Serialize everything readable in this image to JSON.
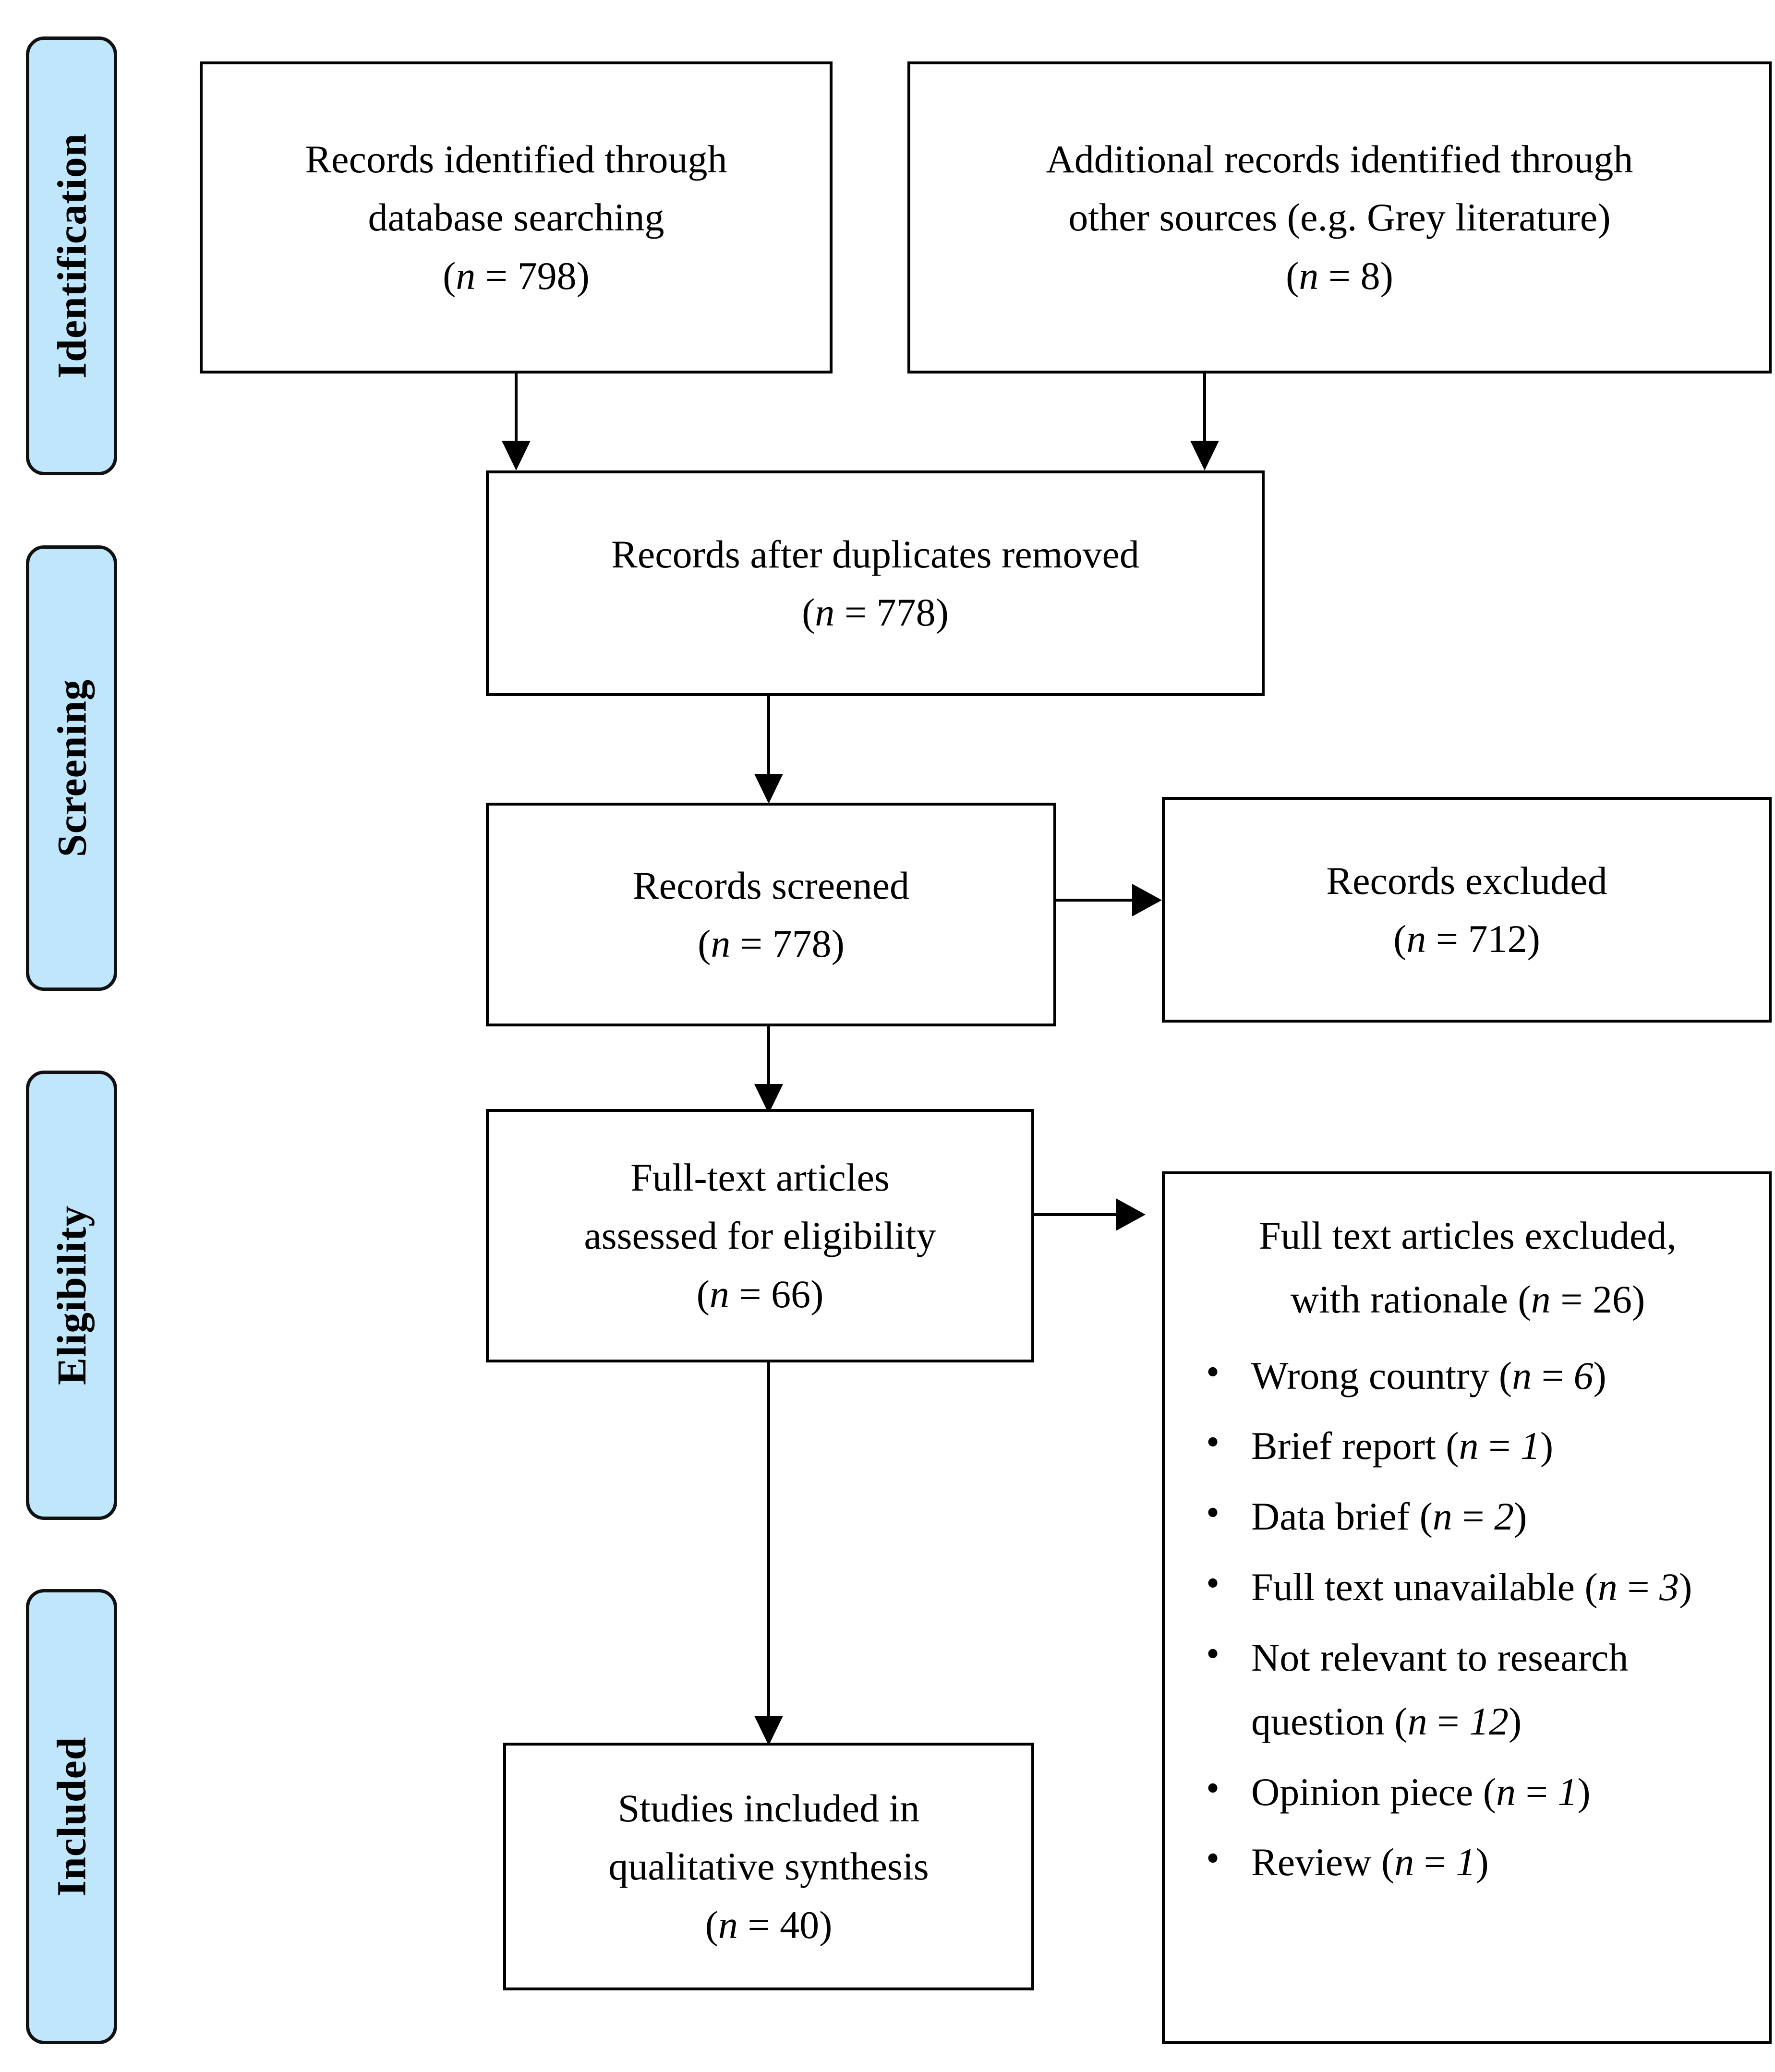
{
  "diagram": {
    "type": "prisma-flow-diagram",
    "accent_color": "#bfe6fa",
    "border_color": "#000000",
    "background_color": "#ffffff"
  },
  "stages": [
    {
      "key": "identification",
      "label": "Identification"
    },
    {
      "key": "screening",
      "label": "Screening"
    },
    {
      "key": "eligibility",
      "label": "Eligibility"
    },
    {
      "key": "included",
      "label": "Included"
    }
  ],
  "boxes": {
    "database_search": {
      "line1": "Records identified through",
      "line2": "database searching",
      "count_prefix": "(",
      "count_n": "n",
      "count_eq": " = ",
      "count_value": "798",
      "count_suffix": ")"
    },
    "other_sources": {
      "line1": "Additional records identified through",
      "line2": "other sources (e.g. Grey literature)",
      "count_prefix": "(",
      "count_n": "n",
      "count_eq": " = ",
      "count_value": "8",
      "count_suffix": ")"
    },
    "duplicates_removed": {
      "line1": "Records after duplicates removed",
      "count_prefix": "(",
      "count_n": "n",
      "count_eq": " = ",
      "count_value": "778",
      "count_suffix": ")"
    },
    "records_screened": {
      "line1": "Records screened",
      "count_prefix": "(",
      "count_n": "n",
      "count_eq": " = ",
      "count_value": "778",
      "count_suffix": ")"
    },
    "records_excluded": {
      "line1": "Records excluded",
      "count_prefix": "(",
      "count_n": "n",
      "count_eq": " = ",
      "count_value": "712",
      "count_suffix": ")"
    },
    "fulltext_assessed": {
      "line1": "Full-text articles",
      "line2": "assessed for eligibility",
      "count_prefix": "(",
      "count_n": "n",
      "count_eq": " = ",
      "count_value": "66",
      "count_suffix": ")"
    },
    "studies_included": {
      "line1": "Studies included in",
      "line2": "qualitative synthesis",
      "count_prefix": "(",
      "count_n": "n",
      "count_eq": " = ",
      "count_value": "40",
      "count_suffix": ")"
    },
    "fulltext_excluded": {
      "title_line1": "Full text articles excluded,",
      "title_line2_pre": "with rationale (",
      "title_n": "n",
      "title_eq": " = ",
      "title_value": "26",
      "title_suffix": ")",
      "reasons": [
        {
          "label": "Wrong country (",
          "n": "n",
          "eq": " = ",
          "value": "6",
          "suffix": ")"
        },
        {
          "label": "Brief report (",
          "n": "n",
          "eq": " = ",
          "value": "1",
          "suffix": ")"
        },
        {
          "label": "Data brief (",
          "n": "n",
          "eq": " = ",
          "value": "2",
          "suffix": ")"
        },
        {
          "label": "Full text unavailable (",
          "n": "n",
          "eq": " = ",
          "value": "3",
          "suffix": ")"
        },
        {
          "label": "Not relevant to research question (",
          "n": "n",
          "eq": " = ",
          "value": "12",
          "suffix": ")"
        },
        {
          "label": "Opinion piece (",
          "n": "n",
          "eq": " = ",
          "value": "1",
          "suffix": ")"
        },
        {
          "label": "Review (",
          "n": "n",
          "eq": " = ",
          "value": "1",
          "suffix": ")"
        }
      ]
    }
  },
  "chart_data": {
    "type": "diagram",
    "title": "PRISMA flow diagram",
    "nodes": [
      {
        "id": "database_search",
        "stage": "Identification",
        "text": "Records identified through database searching",
        "n": 798
      },
      {
        "id": "other_sources",
        "stage": "Identification",
        "text": "Additional records identified through other sources (e.g. Grey literature)",
        "n": 8
      },
      {
        "id": "duplicates_removed",
        "stage": "Screening",
        "text": "Records after duplicates removed",
        "n": 778
      },
      {
        "id": "records_screened",
        "stage": "Screening",
        "text": "Records screened",
        "n": 778
      },
      {
        "id": "records_excluded",
        "stage": "Screening",
        "text": "Records excluded",
        "n": 712
      },
      {
        "id": "fulltext_assessed",
        "stage": "Eligibility",
        "text": "Full-text articles assessed for eligibility",
        "n": 66
      },
      {
        "id": "fulltext_excluded",
        "stage": "Eligibility",
        "text": "Full text articles excluded, with rationale",
        "n": 26
      },
      {
        "id": "studies_included",
        "stage": "Included",
        "text": "Studies included in qualitative synthesis",
        "n": 40
      }
    ],
    "edges": [
      {
        "from": "database_search",
        "to": "duplicates_removed"
      },
      {
        "from": "other_sources",
        "to": "duplicates_removed"
      },
      {
        "from": "duplicates_removed",
        "to": "records_screened"
      },
      {
        "from": "records_screened",
        "to": "records_excluded"
      },
      {
        "from": "records_screened",
        "to": "fulltext_assessed"
      },
      {
        "from": "fulltext_assessed",
        "to": "fulltext_excluded"
      },
      {
        "from": "fulltext_assessed",
        "to": "studies_included"
      }
    ],
    "exclusion_reasons": [
      {
        "reason": "Wrong country",
        "n": 6
      },
      {
        "reason": "Brief report",
        "n": 1
      },
      {
        "reason": "Data brief",
        "n": 2
      },
      {
        "reason": "Full text unavailable",
        "n": 3
      },
      {
        "reason": "Not relevant to research question",
        "n": 12
      },
      {
        "reason": "Opinion piece",
        "n": 1
      },
      {
        "reason": "Review",
        "n": 1
      }
    ]
  }
}
